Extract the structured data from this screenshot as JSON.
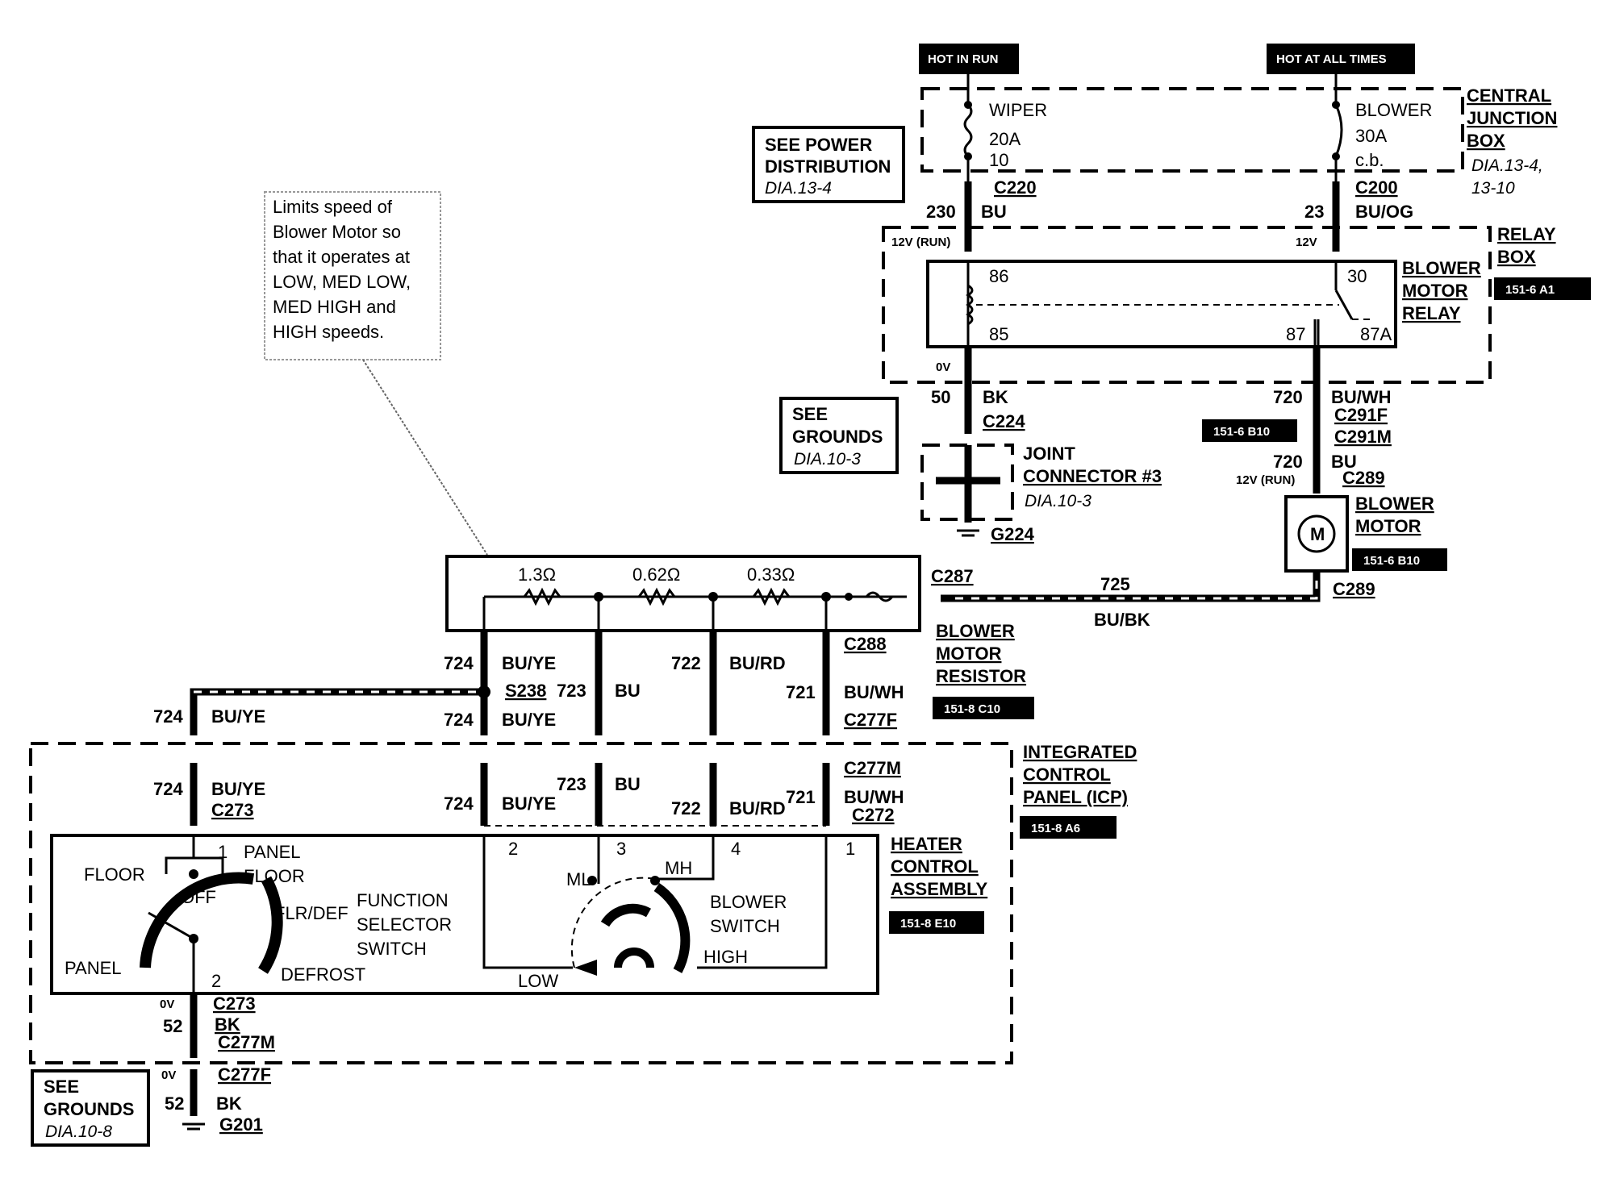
{
  "power_sources": {
    "hot_in_run": "HOT IN RUN",
    "hot_at_all_times": "HOT AT ALL TIMES"
  },
  "central_junction_box": {
    "title_line1": "CENTRAL",
    "title_line2": "JUNCTION",
    "title_line3": "BOX",
    "ref": "DIA.13-4,",
    "ref2": "13-10",
    "wiper_label": "WIPER",
    "wiper_rating": "20A",
    "wiper_num": "10",
    "blower_label": "BLOWER",
    "blower_rating": "30A",
    "blower_type": "c.b."
  },
  "see_power_distribution": {
    "line1": "SEE POWER",
    "line2": "DISTRIBUTION",
    "ref": "DIA.13-4"
  },
  "connectors": {
    "c220": "C220",
    "c200": "C200",
    "c224": "C224",
    "c291f": "C291F",
    "c291m": "C291M",
    "c289a": "C289",
    "c289b": "C289",
    "c287": "C287",
    "c288": "C288",
    "c277f": "C277F",
    "c277m": "C277M",
    "c273a": "C273",
    "c272": "C272",
    "c273b": "C273",
    "c277m2": "C277M",
    "c277f2": "C277F",
    "s238": "S238",
    "g224": "G224",
    "g201": "G201"
  },
  "wires": {
    "w230": "230",
    "w230_color": "BU",
    "w23": "23",
    "w23_color": "BU/OG",
    "w50": "50",
    "w50_color": "BK",
    "w720a": "720",
    "w720a_color": "BU/WH",
    "w720b": "720",
    "w720b_color": "BU",
    "w725": "725",
    "w725_color": "BU/BK",
    "w724a": "724",
    "w724a_color": "BU/YE",
    "w723": "723",
    "w723_color": "BU",
    "w722": "722",
    "w722_color": "BU/RD",
    "w721": "721",
    "w721_color": "BU/WH",
    "w724b": "724",
    "w724b_color": "BU/YE",
    "w724c": "724",
    "w724c_color": "BU/YE",
    "w724d": "724",
    "w724d_color": "BU/YE",
    "w724e": "724",
    "w724e_color": "BU/YE",
    "w723b": "723",
    "w723b_color": "BU",
    "w722b": "722",
    "w722b_color": "BU/RD",
    "w721b": "721",
    "w721b_color": "BU/WH",
    "w52a": "52",
    "w52a_color": "BK",
    "w52b": "52",
    "w52b_color": "BK"
  },
  "voltages": {
    "v12run": "12V (RUN)",
    "v12": "12V",
    "v0a": "0V",
    "v12run2": "12V (RUN)",
    "v0b": "0V",
    "v0c": "0V"
  },
  "relay_box": {
    "title_line1": "RELAY",
    "title_line2": "BOX",
    "tag": "151-6 A1",
    "relay_line1": "BLOWER",
    "relay_line2": "MOTOR",
    "relay_line3": "RELAY",
    "pin86": "86",
    "pin85": "85",
    "pin30": "30",
    "pin87": "87",
    "pin87a": "87A"
  },
  "see_grounds_1": {
    "line1": "SEE",
    "line2": "GROUNDS",
    "ref": "DIA.10-3"
  },
  "joint_connector": {
    "line1": "JOINT",
    "line2": "CONNECTOR #3",
    "ref": "DIA.10-3"
  },
  "tags": {
    "t_c291": "151-6 B10",
    "t_motor": "151-6 B10",
    "t_resistor": "151-8 C10",
    "t_icp": "151-8 A6",
    "t_heater": "151-8 E10"
  },
  "blower_motor": {
    "line1": "BLOWER",
    "line2": "MOTOR",
    "symbol": "M"
  },
  "callout": {
    "line1": "Limits speed of",
    "line2": "Blower Motor so",
    "line3": "that it operates at",
    "line4": "LOW, MED LOW,",
    "line5": "MED HIGH and",
    "line6": "HIGH speeds."
  },
  "resistor": {
    "r1": "1.3Ω",
    "r2": "0.62Ω",
    "r3": "0.33Ω",
    "title_line1": "BLOWER",
    "title_line2": "MOTOR",
    "title_line3": "RESISTOR"
  },
  "icp": {
    "line1": "INTEGRATED",
    "line2": "CONTROL",
    "line3": "PANEL (ICP)"
  },
  "heater_control": {
    "line1": "HEATER",
    "line2": "CONTROL",
    "line3": "ASSEMBLY",
    "fs_line1": "FUNCTION",
    "fs_line2": "SELECTOR",
    "fs_line3": "SWITCH",
    "bs_line1": "BLOWER",
    "bs_line2": "SWITCH",
    "floor": "FLOOR",
    "off": "OFF",
    "panel_top": "PANEL",
    "floor2": "FLOOR",
    "flrdef": "FLR/DEF",
    "panel": "PANEL",
    "defrost": "DEFROST",
    "pin1a": "1",
    "pin2a": "2",
    "pin2": "2",
    "pin3": "3",
    "pin4": "4",
    "pin1": "1",
    "ml": "ML",
    "mh": "MH",
    "low": "LOW",
    "high": "HIGH"
  },
  "see_grounds_2": {
    "line1": "SEE",
    "line2": "GROUNDS",
    "ref": "DIA.10-8"
  }
}
